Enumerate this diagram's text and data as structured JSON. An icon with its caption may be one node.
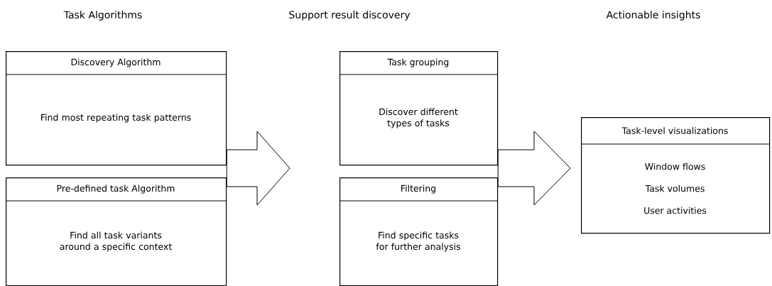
{
  "diagram": {
    "nodes": [
      {
        "text": [
          "Discovery Algorithm",
          "Find most repeating task patterns"
        ]
      },
      {
        "text": [
          "Pre-defined task Algorithm",
          "Find all task variants around a specific context"
        ]
      },
      {
        "text": [
          "Task grouping",
          "Discover different types of tasks"
        ]
      },
      {
        "text": [
          "Filtering",
          "Find specific tasks for further analysis"
        ]
      },
      {
        "text": [
          "Task-level visualizations",
          "Window flows",
          "Task volumes",
          "User activities"
        ]
      }
    ],
    "edges": [
      {
        "from": 0,
        "to": 2,
        "arrow": "to"
      },
      {
        "from": 0,
        "to": 3,
        "arrow": "to"
      },
      {
        "from": 1,
        "to": 2,
        "arrow": "to"
      },
      {
        "from": 1,
        "to": 3,
        "arrow": "to"
      },
      {
        "from": 2,
        "to": 4,
        "arrow": "to"
      },
      {
        "from": 3,
        "to": 4,
        "arrow": "to"
      }
    ],
    "labels": [
      "Task Algorithms",
      "Support result discovery",
      "Actionable insights"
    ]
  }
}
